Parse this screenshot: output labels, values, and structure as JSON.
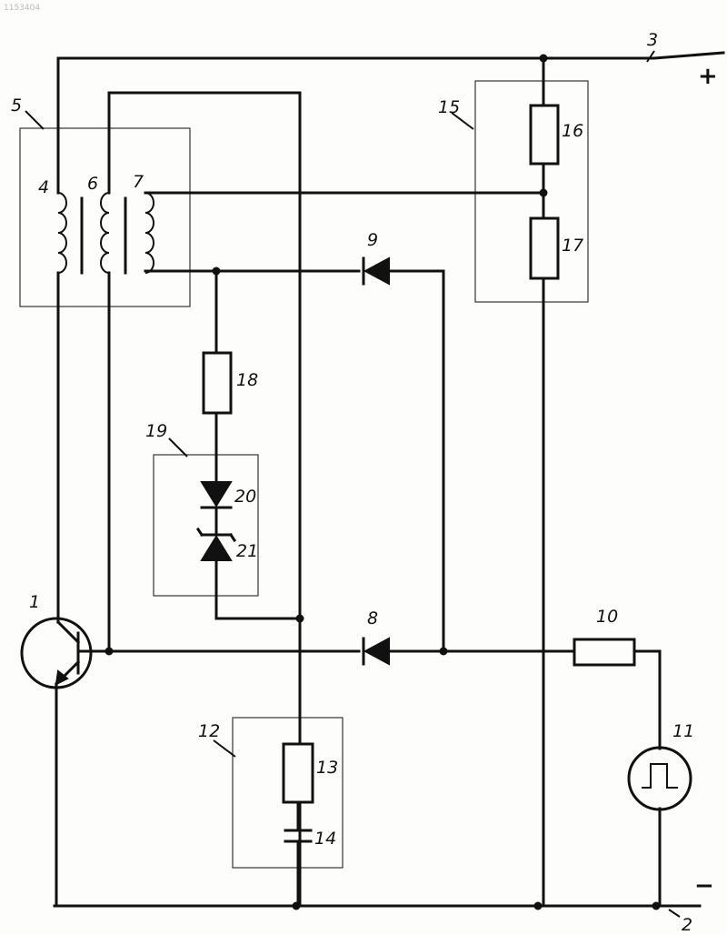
{
  "scan_tag": "1153404",
  "labels": {
    "transistor": "1",
    "terminal_minus": "2",
    "terminal_plus": "3",
    "winding_primary": "4",
    "transformer": "5",
    "winding_feedback": "6",
    "winding_secondary": "7",
    "diode_base": "8",
    "diode_clamp": "9",
    "resistor_input": "10",
    "pulse_source": "11",
    "rc_block": "12",
    "resistor_rc": "13",
    "capacitor_rc": "14",
    "divider_block": "15",
    "resistor_div_top": "16",
    "resistor_div_bottom": "17",
    "resistor_series": "18",
    "zener_block": "19",
    "diode_20": "20",
    "zener_21": "21"
  },
  "polarity": {
    "plus": "+",
    "minus": "−"
  }
}
